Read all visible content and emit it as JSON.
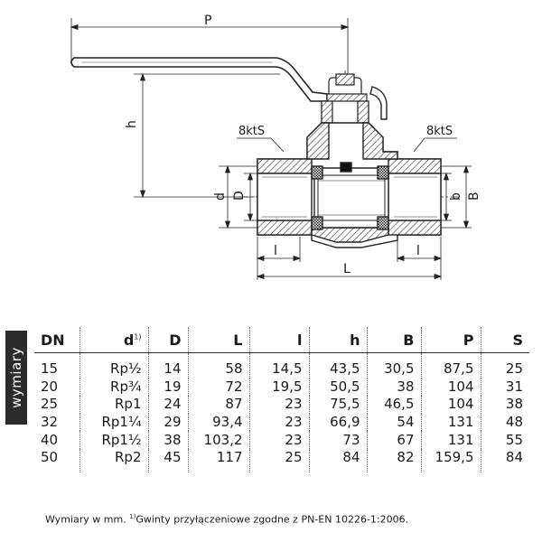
{
  "drawing": {
    "dim_P": "P",
    "dim_h": "h",
    "dim_d": "d",
    "dim_D": "D",
    "dim_B": "B",
    "dim_b": "b",
    "dim_l": "l",
    "dim_L": "L",
    "label_left": "8ktS",
    "label_right": "8ktS"
  },
  "table": {
    "side_label": "wymiary",
    "headers": [
      "DN",
      "d",
      "D",
      "L",
      "l",
      "h",
      "B",
      "P",
      "S"
    ],
    "d_superscript": "1)",
    "rows": [
      [
        "15",
        "Rp½",
        "14",
        "58",
        "14,5",
        "43,5",
        "30,5",
        "87,5",
        "25"
      ],
      [
        "20",
        "Rp¾",
        "19",
        "72",
        "19,5",
        "50,5",
        "38",
        "104",
        "31"
      ],
      [
        "25",
        "Rp1",
        "24",
        "87",
        "23",
        "75,5",
        "46,5",
        "104",
        "38"
      ],
      [
        "32",
        "Rp1¼",
        "29",
        "93,4",
        "23",
        "66,9",
        "54",
        "131",
        "48"
      ],
      [
        "40",
        "Rp1½",
        "38",
        "103,2",
        "23",
        "73",
        "67",
        "131",
        "55"
      ],
      [
        "50",
        "Rp2",
        "45",
        "117",
        "25",
        "84",
        "82",
        "159,5",
        "84"
      ]
    ]
  },
  "footnote": {
    "part1": "Wymiary w mm. ",
    "sup": "1)",
    "part2": "Gwinty przyłączeniowe zgodne z PN-EN 10226-1:2006."
  }
}
